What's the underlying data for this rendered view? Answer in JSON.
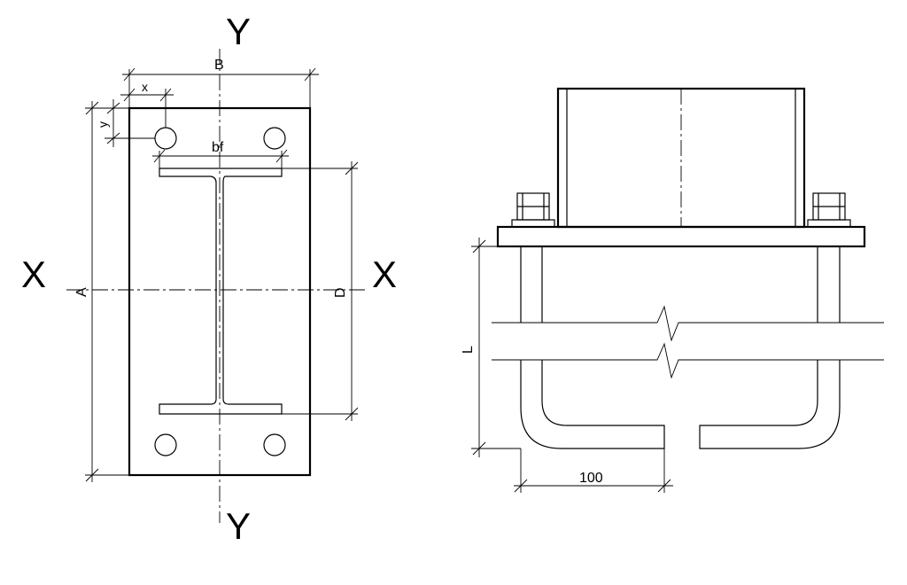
{
  "plan_view": {
    "axis_labels": {
      "y_top": "Y",
      "y_bottom": "Y",
      "x_left": "X",
      "x_right": "X"
    },
    "dimension_labels": {
      "B": "B",
      "x": "x",
      "y": "y",
      "bf": "bf",
      "A": "A",
      "D": "D"
    }
  },
  "elevation_view": {
    "dimension_labels": {
      "L": "L",
      "hook_length": "100"
    }
  }
}
